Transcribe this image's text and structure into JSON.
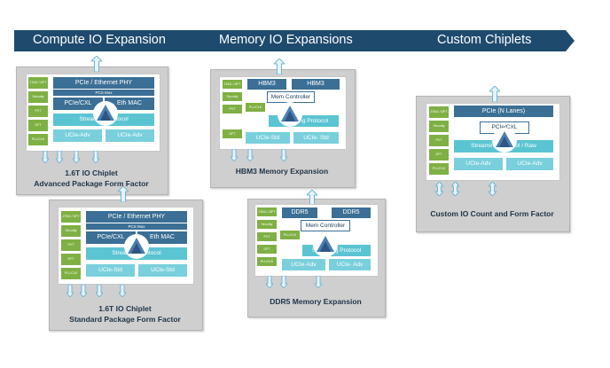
{
  "banner": {
    "compute": "Compute IO Expansion",
    "memory": "Memory  IO Expansions",
    "custom": "Custom Chiplets"
  },
  "side_blocks": {
    "jtag": "JTAG / DFT",
    "security": "Security",
    "pvt": "PVT",
    "dft": "DFT",
    "pll": "PLL/CLK"
  },
  "chiplet_adv": {
    "phy": "PCIe / Ethernet  PHY",
    "pcs": "PCS Mux",
    "pcie_cxl": "PCIe/CXL",
    "eth_mac": "Eth MAC",
    "streaming": "Streaming Protocol",
    "ucie_left": "UCIe-Adv",
    "ucie_right": "UCIe-Adv",
    "caption_line1": "1.6T IO Chiplet",
    "caption_line2": "Advanced Package Form Factor"
  },
  "chiplet_std": {
    "phy": "PCIe / Ethernet  PHY",
    "pcs": "PCS Mux",
    "pcie_cxl": "PCIe/CXL",
    "eth_mac": "Eth MAC",
    "streaming": "Streaming Protocol",
    "ucie_left": "UCIe-Std",
    "ucie_right": "UCIe-Std",
    "caption_line1": "1.6T IO Chiplet",
    "caption_line2": "Standard Package Form Factor"
  },
  "hbm": {
    "hbm_left": "HBM3",
    "hbm_right": "HBM3",
    "mem_controller": "Mem Controller",
    "streaming": "Streaming Protocol",
    "ucie_left": "UCIe-Std",
    "ucie_right": "UCIe- Std",
    "caption": "HBM3 Memory Expansion"
  },
  "ddr": {
    "ddr_left": "DDR5",
    "ddr_right": "DDR5",
    "mem_controller": "Mem Controller",
    "streaming": "Streaming Protocol",
    "ucie_left": "UCIe-Adv",
    "ucie_right": "UCIe- Adv",
    "caption": "DDR5 Memory Expansion"
  },
  "custom": {
    "pcie": "PCIe (N Lanes)",
    "pcie_cxl": "PCIe/CXL",
    "streaming": "Streaming Protocol / Raw",
    "ucie_left": "UCIe-Adv",
    "ucie_right": "UCIe-Adv",
    "caption": "Custom IO Count and Form Factor"
  },
  "colors": {
    "banner": "#1e4a6e",
    "dark_block": "#3b6f95",
    "light_block": "#5bc4d2",
    "side_block": "#7fb043",
    "panel": "#cfcfcf",
    "arrow": "#6fb6d6"
  }
}
